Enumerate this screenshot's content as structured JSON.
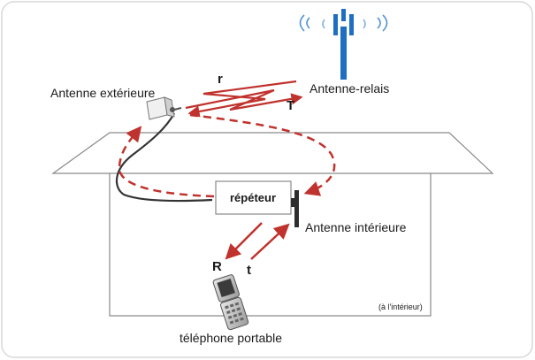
{
  "labels": {
    "outdoor_antenna": "Antenne extérieure",
    "relay_antenna": "Antenne-relais",
    "indoor_antenna": "Antenne intérieure",
    "repeater": "répéteur",
    "inside_note": "(à l'intérieur)",
    "phone": "téléphone portable",
    "signal_r_upper": "r",
    "signal_T_upper": "T",
    "signal_R_lower": "R",
    "signal_t_lower": "t"
  },
  "colors": {
    "signal": "#c0322d",
    "relay_blue": "#1e6fc2",
    "outline": "#8a8a8a",
    "cable": "#333333",
    "frame": "#d8d8d8"
  },
  "icons": {
    "relay_antenna": "cell-tower-icon",
    "outdoor_antenna": "panel-antenna-icon",
    "indoor_antenna": "rod-antenna-icon",
    "phone": "flip-phone-icon"
  }
}
